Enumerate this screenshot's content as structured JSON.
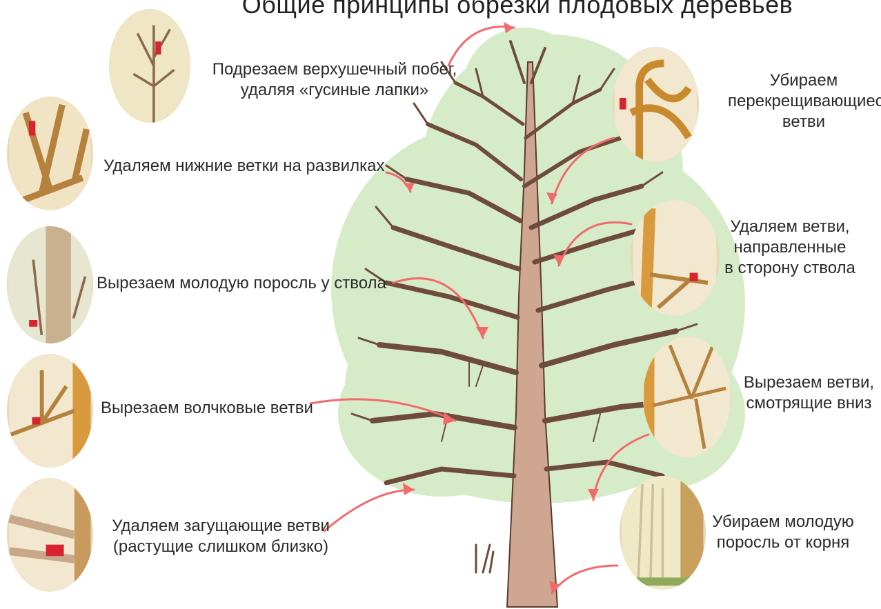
{
  "title": "Общие принципы обрезки плодовых деревьев",
  "left_items": [
    {
      "text": "Подрезаем верхушечный побег,\nудаляя «гусиные лапки»",
      "icon": "leader-pruning-icon"
    },
    {
      "text": "Удаляем нижние ветки на развилках",
      "icon": "fork-branch-icon"
    },
    {
      "text": "Вырезаем молодую поросль у ствола",
      "icon": "trunk-shoots-icon"
    },
    {
      "text": "Вырезаем волчковые ветви",
      "icon": "water-sprout-icon"
    },
    {
      "text": "Удаляем загущающие ветви\n(растущие слишком близко)",
      "icon": "dense-branches-icon"
    }
  ],
  "right_items": [
    {
      "text": "Убираем\nперекрещивающиеся\nветви",
      "icon": "crossing-branches-icon"
    },
    {
      "text": "Удаляем ветви,\nнаправленные\nв сторону ствола",
      "icon": "inward-branch-icon"
    },
    {
      "text": "Вырезаем ветви,\nсмотрящие вниз",
      "icon": "downward-branch-icon"
    },
    {
      "text": "Убираем молодую\nпоросль от корня",
      "icon": "root-suckers-icon"
    }
  ],
  "colors": {
    "arrow": "#f26a6a",
    "crown": "#cfe8c0",
    "bark": "#c9a28c",
    "bark_dark": "#6b4a3a",
    "pruner_red": "#d9232e"
  }
}
